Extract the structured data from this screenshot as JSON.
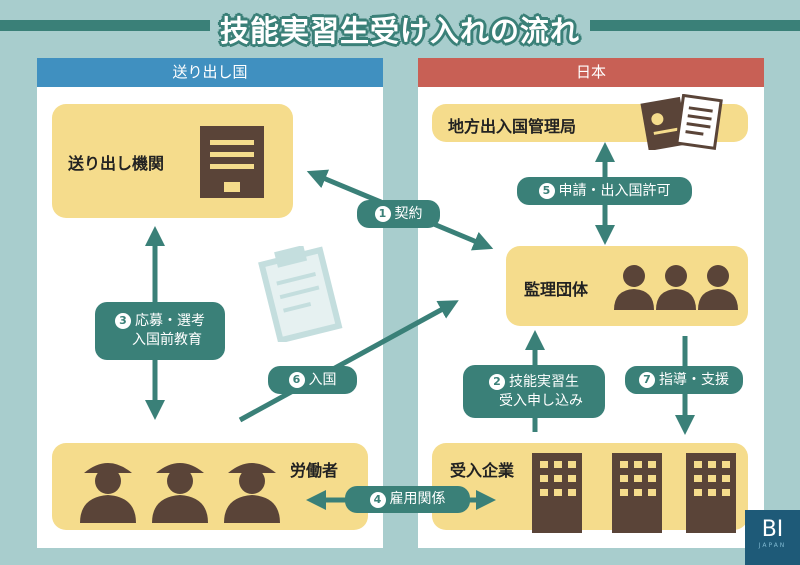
{
  "title": "技能実習生受け入れの流れ",
  "panels": {
    "sending": "送り出し国",
    "japan": "日本"
  },
  "boxes": {
    "sending_agency": "送り出し機関",
    "immigration": "地方出入国管理局",
    "supervising": "監理団体",
    "worker": "労働者",
    "company": "受入企業"
  },
  "steps": [
    {
      "num": "1",
      "label": "契約"
    },
    {
      "num": "2",
      "line1": "技能実習生",
      "line2": "受入申し込み"
    },
    {
      "num": "3",
      "line1": "応募・選考",
      "line2": "入国前教育"
    },
    {
      "num": "4",
      "label": "雇用関係"
    },
    {
      "num": "5",
      "label": "申請・出入国許可"
    },
    {
      "num": "6",
      "label": "入国"
    },
    {
      "num": "7",
      "label": "指導・支援"
    }
  ],
  "logo": {
    "main": "BI",
    "sub": "JAPAN"
  },
  "colors": {
    "bg": "#a8cdcd",
    "teal": "#3a8078",
    "blue": "#4090c0",
    "red": "#c86055",
    "yellow": "#f5dc8c",
    "brown": "#5a4438"
  }
}
